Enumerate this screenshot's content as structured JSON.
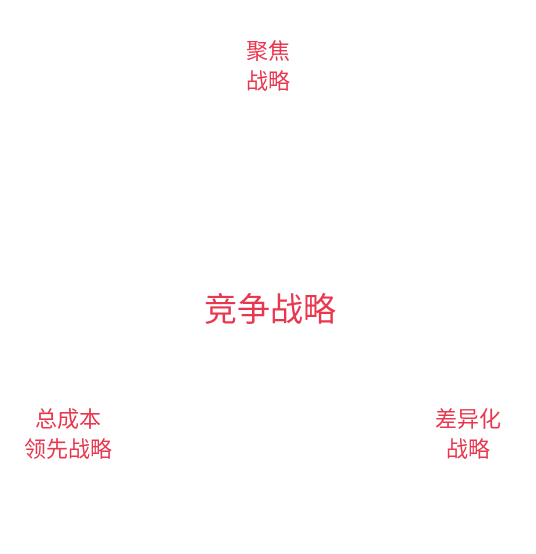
{
  "diagram": {
    "center": "竞争战略",
    "nodes": [
      {
        "lines": [
          "聚焦",
          "战略"
        ]
      },
      {
        "lines": [
          "总成本",
          "领先战略"
        ]
      },
      {
        "lines": [
          "差异化",
          "战略"
        ]
      }
    ]
  },
  "colors": {
    "text": "#e8384f",
    "background": "#ffffff"
  }
}
